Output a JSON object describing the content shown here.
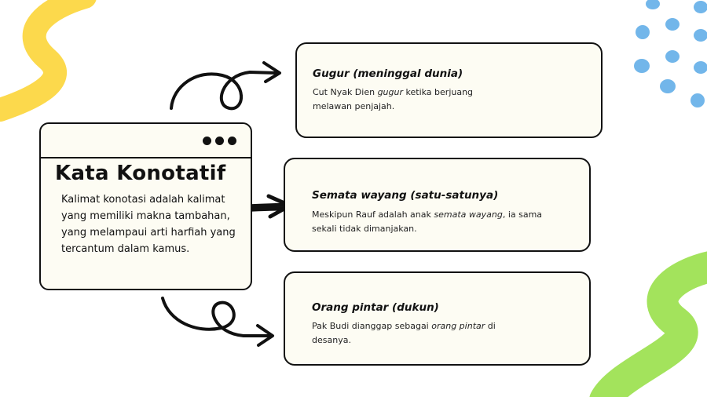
{
  "main": {
    "title": "Kata Konotatif",
    "description": "Kalimat konotasi adalah kalimat yang memiliki makna tambahan, yang melampaui arti harfiah yang tercantum dalam kamus."
  },
  "examples": [
    {
      "term": "Gugur (meninggal dunia)",
      "sentence_before": "Cut Nyak Dien ",
      "sentence_italic": "gugur",
      "sentence_after": " ketika berjuang melawan penjajah."
    },
    {
      "term": "Semata wayang (satu-satunya)",
      "sentence_before": " Meskipun Rauf adalah anak ",
      "sentence_italic": "semata wayang",
      "sentence_after": ", ia sama sekali tidak dimanjakan."
    },
    {
      "term": "Orang pintar (dukun)",
      "sentence_before": "Pak Budi dianggap sebagai ",
      "sentence_italic": "orang pintar",
      "sentence_after": " di desanya."
    }
  ],
  "colors": {
    "yellow": "#fcd94c",
    "blue": "#72b6ea",
    "green": "#a3e35c",
    "card_bg": "#fdfcf3",
    "ink": "#111111"
  },
  "icons": [
    "window-dots-icon",
    "curly-arrow-icon",
    "straight-arrow-icon",
    "loop-arrow-icon"
  ]
}
